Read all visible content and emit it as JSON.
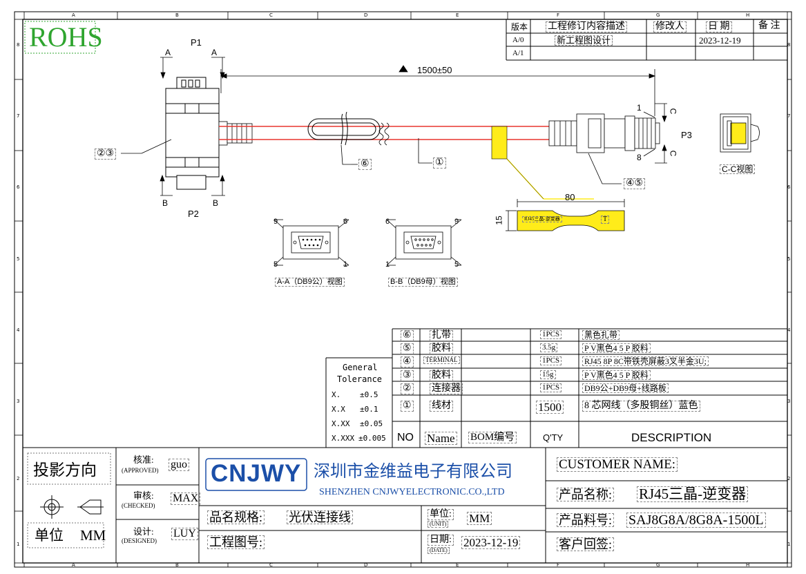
{
  "rohs": "ROHS",
  "grid": {
    "cols": [
      "A",
      "B",
      "C",
      "D",
      "E",
      "F",
      "G",
      "H"
    ],
    "rows": [
      "8",
      "7",
      "6",
      "5",
      "4",
      "3",
      "2",
      "1"
    ]
  },
  "revision": {
    "headers": [
      "版本",
      "工程修订内容描述",
      "修改人",
      "日 期",
      "备 注"
    ],
    "rows": [
      [
        "A/0",
        "新工程图设计",
        "",
        "2023-12-19",
        ""
      ],
      [
        "A/1",
        "",
        "",
        "",
        ""
      ]
    ]
  },
  "labels": {
    "p1": "P1",
    "p2": "P2",
    "p3": "P3",
    "a": "A",
    "b": "B",
    "c": "C",
    "length": "1500±50",
    "callout23": "②③",
    "callout6": "⑥",
    "callout1": "①",
    "callout45": "④⑤",
    "pin1": "1",
    "pin8": "8",
    "cc_view": "C-C视图",
    "label_w": "80",
    "label_h": "15",
    "label_text": "RJ45三晶-逆变器",
    "label_t": "T",
    "aa_view": "A-A（DB9公）视图",
    "bb_view": "B-B（DB9母）视图",
    "aa_pins": [
      "9",
      "6",
      "5",
      "1"
    ],
    "bb_pins": [
      "6",
      "9",
      "1",
      "5"
    ]
  },
  "tolerance": {
    "title1": "General",
    "title2": "Tolerance",
    "rows": [
      [
        "X.",
        "±0.5"
      ],
      [
        "X.X",
        "±0.1"
      ],
      [
        "X.XX",
        "±0.05"
      ],
      [
        "X.XXX",
        "±0.005"
      ]
    ]
  },
  "bom": {
    "rows": [
      [
        "⑥",
        "扎带",
        "",
        "1PCS",
        "黑色扎带"
      ],
      [
        "⑤",
        "胶料",
        "",
        "3.5g",
        "P V黑色4 5 P 胶料"
      ],
      [
        "④",
        "TERMINAL",
        "",
        "1PCS",
        "RJ45 8P 8C带铁壳屏蔽3叉半金3U;"
      ],
      [
        "③",
        "胶料",
        "",
        "15g",
        "P V黑色4 5 P 胶料"
      ],
      [
        "②",
        "连接器",
        "",
        "1PCS",
        "DB9公+DB9母+线路板"
      ],
      [
        "①",
        "线材",
        "",
        "1500",
        "8 芯网线（多股铜丝）蓝色"
      ]
    ],
    "header": [
      "NO",
      "Name",
      "BOM编号",
      "Q'TY",
      "DESCRIPTION"
    ]
  },
  "title_block": {
    "projection": "投影方向",
    "unit_label": "单位",
    "unit_value": "MM",
    "approved_cn": "核准:",
    "approved_en": "(APPROVED)",
    "approved_by": "guo",
    "checked_cn": "审核:",
    "checked_en": "(CHECKED)",
    "checked_by": "MAX",
    "designed_cn": "设计:",
    "designed_en": "(DESIGNED)",
    "designed_by": "LUY",
    "logo": "CNJWY",
    "company_cn": "深圳市金维益电子有限公司",
    "company_en": "SHENZHEN CNJWYELECTRONIC.CO.,LTD",
    "spec_label": "品名规格:",
    "spec_value": "光伏连接线",
    "unit2_label": "单位:",
    "unit2_en": "(UNIT)",
    "unit2_value": "MM",
    "drawing_no_label": "工程图号:",
    "date_label": "日期:",
    "date_en": "(DATE)",
    "date_value": "2023-12-19",
    "customer_label": "CUSTOMER NAME:",
    "product_name_label": "产品名称:",
    "product_name_value": "RJ45三晶-逆变器",
    "part_no_label": "产品料号:",
    "part_no_value": "SAJ8G8A/8G8A-1500L",
    "sign_label": "客户回签:"
  },
  "colors": {
    "wire": "#e8352e",
    "label": "#ffec1a",
    "logo": "#1b4fa8",
    "rohs": "#2fa52f"
  }
}
